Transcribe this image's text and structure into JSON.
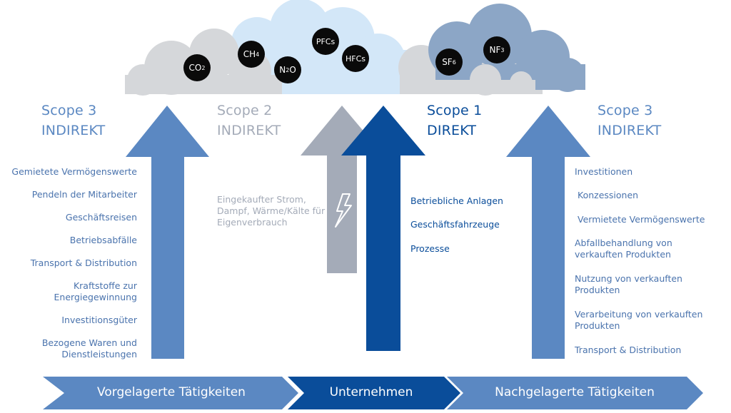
{
  "gases": [
    {
      "label": "CO",
      "sub": "2"
    },
    {
      "label": "CH",
      "sub": "4"
    },
    {
      "label": "N",
      "sub": "2",
      "tail": "O"
    },
    {
      "label": "PFCs",
      "sub": ""
    },
    {
      "label": "HFCs",
      "sub": ""
    },
    {
      "label": "SF",
      "sub": "6"
    },
    {
      "label": "NF",
      "sub": "3"
    }
  ],
  "scopes": {
    "scope3_left": {
      "title": "Scope 3",
      "type": "INDIREKT"
    },
    "scope2": {
      "title": "Scope 2",
      "type": "INDIREKT"
    },
    "scope1": {
      "title": "Scope 1",
      "type": "DIREKT"
    },
    "scope3_right": {
      "title": "Scope 3",
      "type": "INDIREKT"
    }
  },
  "upstream_items": [
    "Gemietete Vermögenswerte",
    "Pendeln der Mitarbeiter",
    "Geschäftsreisen",
    "Betriebsabfälle",
    "Transport & Distribution",
    "Kraftstoffe zur\nEnergiegewinnung",
    "Investitionsgüter",
    "Bezogene Waren und\nDienstleistungen"
  ],
  "scope2_text": "Eingekaufter Strom,\nDampf, Wärme/Kälte für\nEigenverbrauch",
  "scope1_items": [
    "Betriebliche Anlagen",
    "Geschäftsfahrzeuge",
    "Prozesse"
  ],
  "downstream_items": [
    "Investitionen",
    "Konzessionen",
    "Vermietete Vermögenswerte",
    "Abfallbehandlung von\nverkauften Produkten",
    "Nutzung von verkauften\nProdukten",
    "Verarbeitung von verkauften\nProdukten",
    "Transport & Distribution"
  ],
  "banner": {
    "upstream": "Vorgelagerte Tätigkeiten",
    "company": "Unternehmen",
    "downstream": "Nachgelagerte Tätigkeiten"
  },
  "colors": {
    "scope3": "#5b88c2",
    "scope2": "#a4abb8",
    "scope1": "#0a4d9a",
    "cloud_grey": "#d5d7da",
    "cloud_lightblue": "#d3e7f8",
    "cloud_darkblue": "#8ca6c6"
  }
}
